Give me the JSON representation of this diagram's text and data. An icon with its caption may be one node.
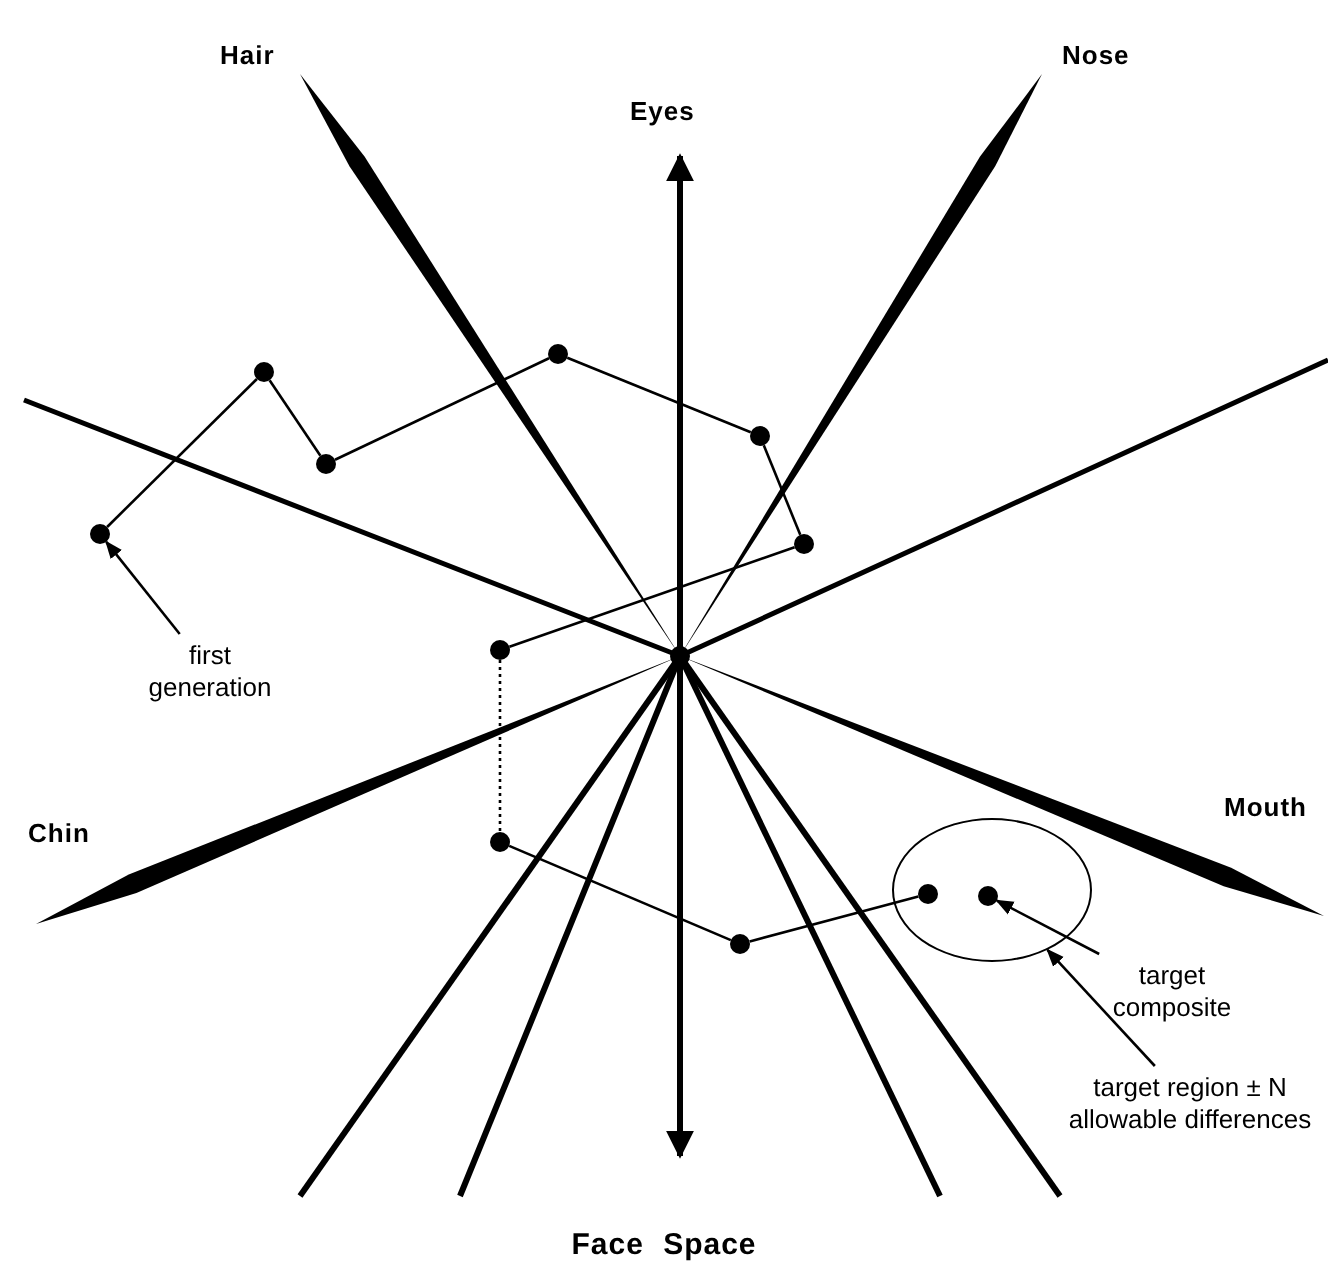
{
  "diagram": {
    "title": "Face Space",
    "nodes": [
      {
        "text": [],
        "shape": "circle"
      },
      {
        "text": [],
        "shape": "circle"
      },
      {
        "text": [],
        "shape": "circle"
      },
      {
        "text": [],
        "shape": "circle"
      },
      {
        "text": [],
        "shape": "circle"
      },
      {
        "text": [],
        "shape": "circle"
      },
      {
        "text": [],
        "shape": "circle"
      },
      {
        "text": [],
        "shape": "circle"
      },
      {
        "text": [],
        "shape": "circle"
      },
      {
        "text": [],
        "shape": "ellipse"
      },
      {
        "text": [],
        "shape": "circle",
        "in": 9
      },
      {
        "text": [],
        "shape": "circle",
        "in": 9
      },
      {
        "text": [
          "first generation"
        ]
      },
      {
        "text": [
          "target composite"
        ]
      },
      {
        "text": [
          "target region ± N allowable differences"
        ]
      }
    ],
    "edges": [
      {
        "from": 0,
        "to": 1,
        "arrow": "none"
      },
      {
        "from": 1,
        "to": 2,
        "arrow": "none"
      },
      {
        "from": 2,
        "to": 3,
        "arrow": "none"
      },
      {
        "from": 3,
        "to": 4,
        "arrow": "none"
      },
      {
        "from": 4,
        "to": 5,
        "arrow": "none"
      },
      {
        "from": 5,
        "to": 6,
        "arrow": "none"
      },
      {
        "from": 6,
        "to": 7,
        "arrow": "none",
        "style": "dashed"
      },
      {
        "from": 7,
        "to": 8,
        "arrow": "none"
      },
      {
        "from": 8,
        "to": 10,
        "arrow": "none"
      },
      {
        "from": 12,
        "to": 0,
        "arrow": "to"
      },
      {
        "from": 13,
        "to": 11,
        "arrow": "to"
      },
      {
        "from": 14,
        "to": 9,
        "arrow": "to"
      }
    ],
    "labels": [
      "Hair",
      "Nose",
      "Eyes",
      "Chin",
      "Mouth"
    ]
  }
}
